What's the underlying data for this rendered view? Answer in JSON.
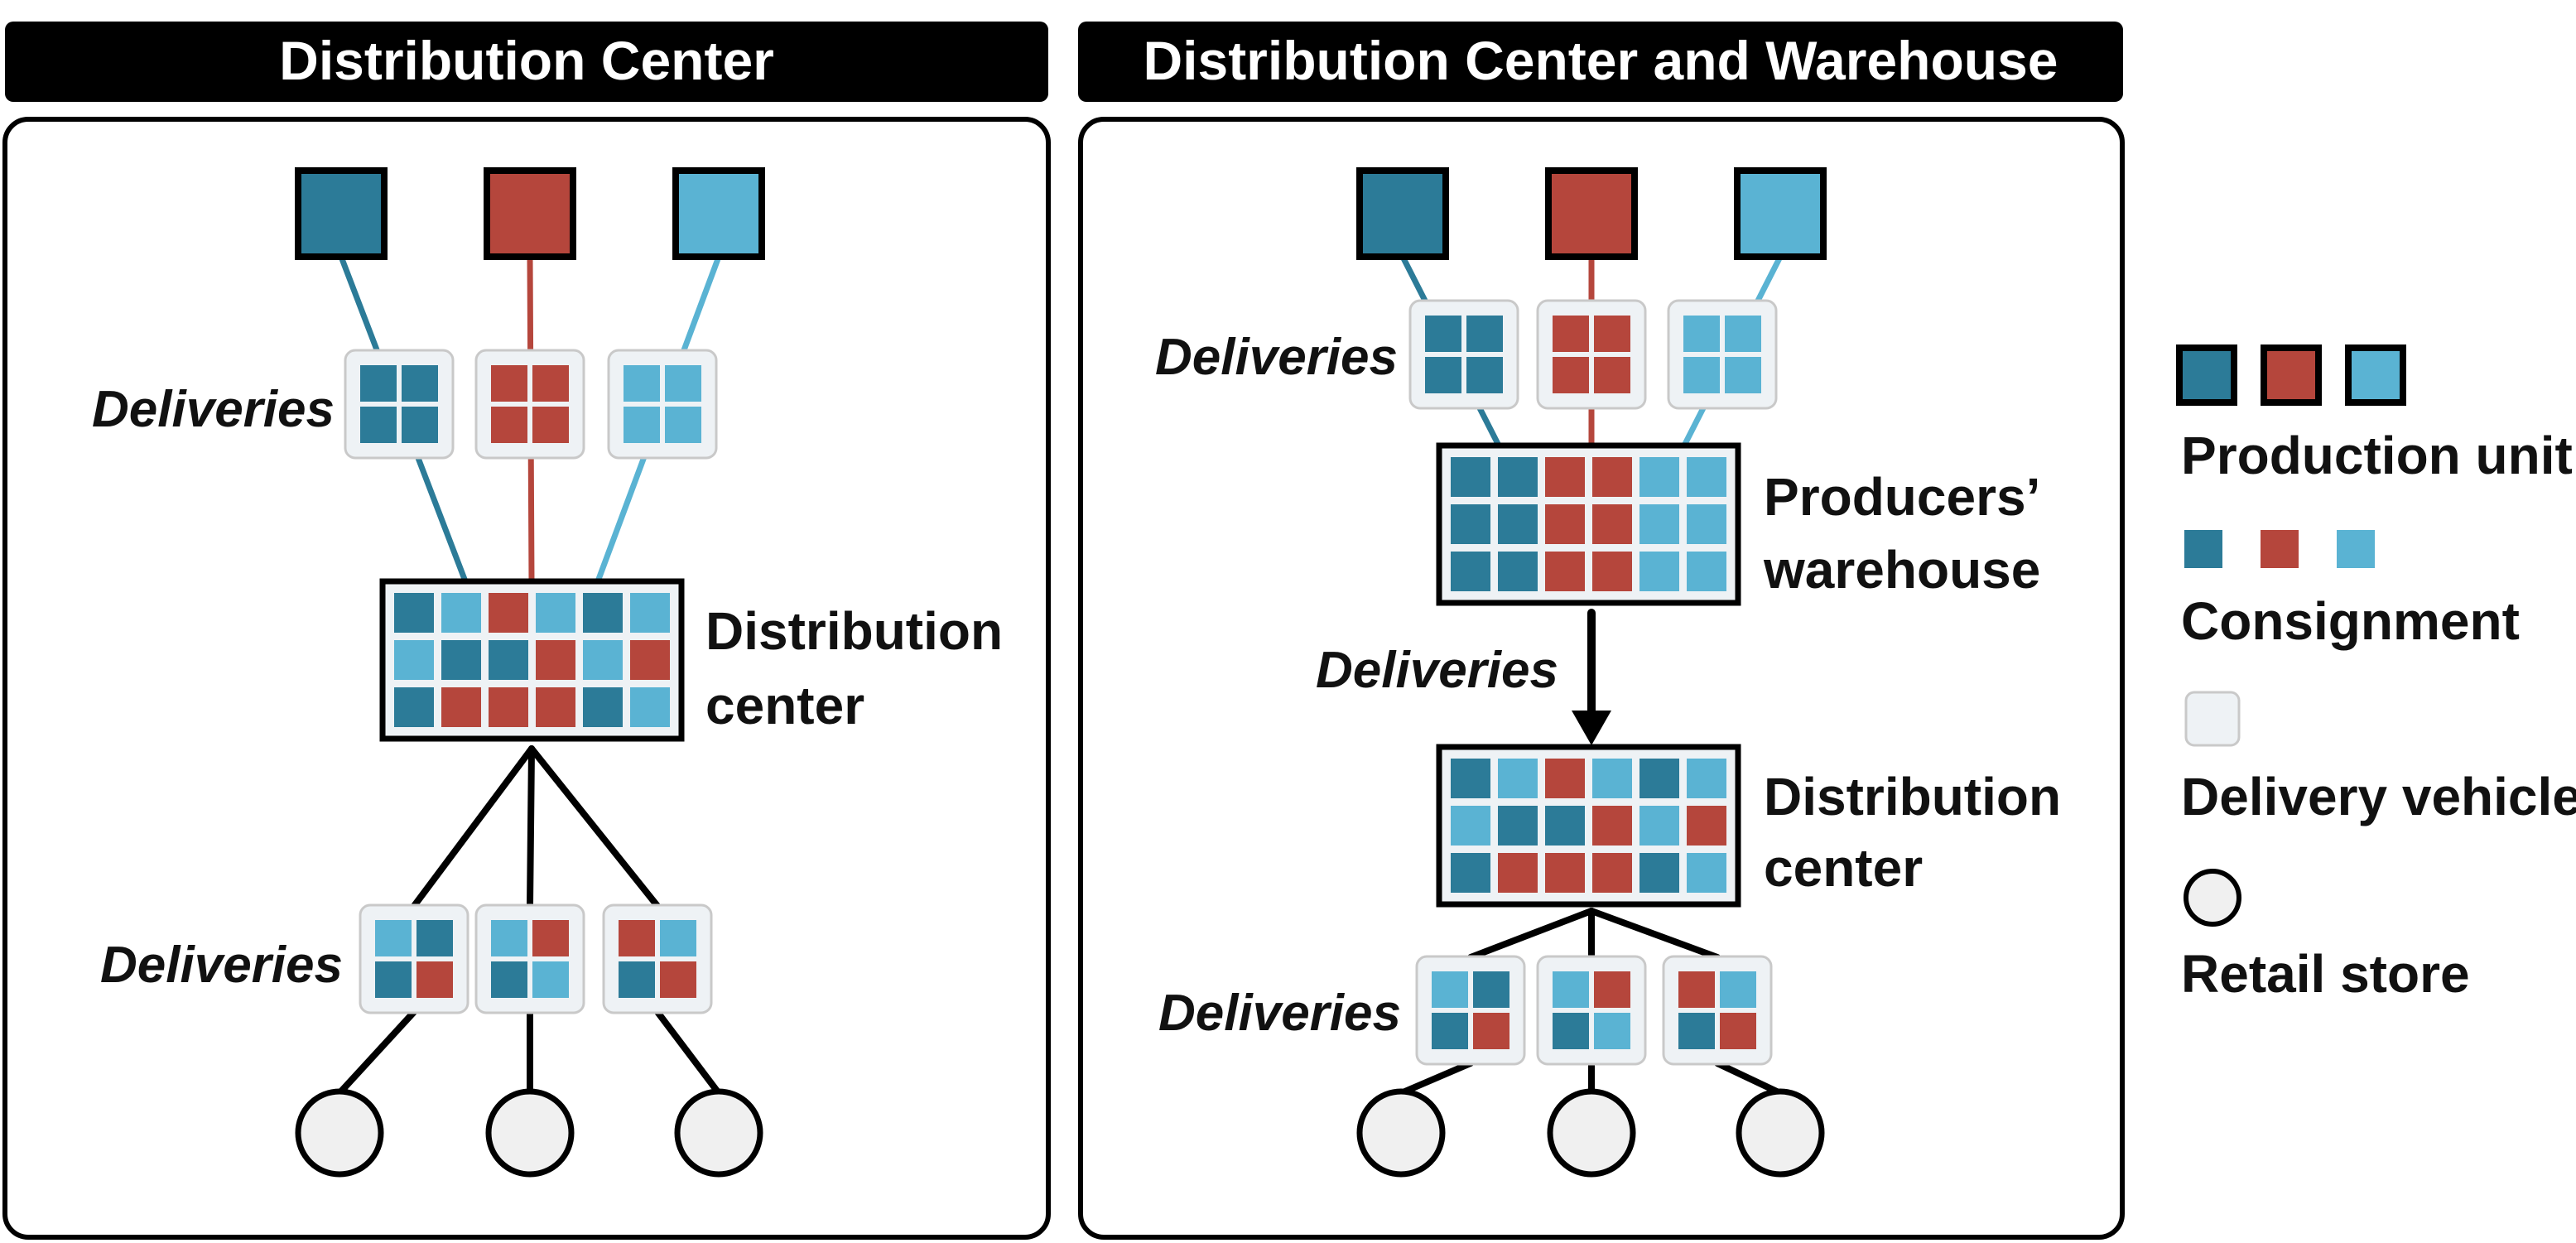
{
  "colors": {
    "teal": "#2c7b98",
    "red": "#b5463c",
    "sky": "#5ab3d3",
    "store_fill": "#f0f0f0",
    "vehicle_fill": "#eef2f5",
    "header_bg": "#000000"
  },
  "panel_left": {
    "title": "Distribution Center",
    "deliveries_top": "Deliveries",
    "dc_label_1": "Distribution",
    "dc_label_2": "center",
    "deliveries_bottom": "Deliveries",
    "producers": [
      "teal",
      "red",
      "sky"
    ],
    "inbound_vehicles": [
      [
        "teal",
        "teal",
        "teal",
        "teal"
      ],
      [
        "red",
        "red",
        "red",
        "red"
      ],
      [
        "sky",
        "sky",
        "sky",
        "sky"
      ]
    ],
    "dc_grid": [
      [
        "teal",
        "sky",
        "red",
        "sky",
        "teal",
        "sky"
      ],
      [
        "sky",
        "teal",
        "teal",
        "red",
        "sky",
        "red"
      ],
      [
        "teal",
        "red",
        "red",
        "red",
        "teal",
        "sky"
      ]
    ],
    "outbound_vehicles": [
      [
        "sky",
        "teal",
        "teal",
        "red"
      ],
      [
        "sky",
        "red",
        "teal",
        "sky"
      ],
      [
        "red",
        "sky",
        "teal",
        "red"
      ]
    ],
    "store_count": 3
  },
  "panel_right": {
    "title": "Distribution Center and Warehouse",
    "deliveries_top": "Deliveries",
    "warehouse_label_1": "Producers’",
    "warehouse_label_2": "warehouse",
    "deliveries_middle": "Deliveries",
    "dc_label_1": "Distribution",
    "dc_label_2": "center",
    "deliveries_bottom": "Deliveries",
    "producers": [
      "teal",
      "red",
      "sky"
    ],
    "inbound_vehicles": [
      [
        "teal",
        "teal",
        "teal",
        "teal"
      ],
      [
        "red",
        "red",
        "red",
        "red"
      ],
      [
        "sky",
        "sky",
        "sky",
        "sky"
      ]
    ],
    "warehouse_grid": [
      [
        "teal",
        "teal",
        "red",
        "red",
        "sky",
        "sky"
      ],
      [
        "teal",
        "teal",
        "red",
        "red",
        "sky",
        "sky"
      ],
      [
        "teal",
        "teal",
        "red",
        "red",
        "sky",
        "sky"
      ]
    ],
    "dc_grid": [
      [
        "teal",
        "sky",
        "red",
        "sky",
        "teal",
        "sky"
      ],
      [
        "sky",
        "teal",
        "teal",
        "red",
        "sky",
        "red"
      ],
      [
        "teal",
        "red",
        "red",
        "red",
        "teal",
        "sky"
      ]
    ],
    "outbound_vehicles": [
      [
        "sky",
        "teal",
        "teal",
        "red"
      ],
      [
        "sky",
        "red",
        "teal",
        "sky"
      ],
      [
        "red",
        "sky",
        "teal",
        "red"
      ]
    ],
    "store_count": 3
  },
  "legend": {
    "production_unit": "Production unit",
    "consignment": "Consignment",
    "delivery_vehicle": "Delivery vehicle",
    "retail_store": "Retail store",
    "unit_colors": [
      "teal",
      "red",
      "sky"
    ],
    "consignment_colors": [
      "teal",
      "red",
      "sky"
    ]
  }
}
